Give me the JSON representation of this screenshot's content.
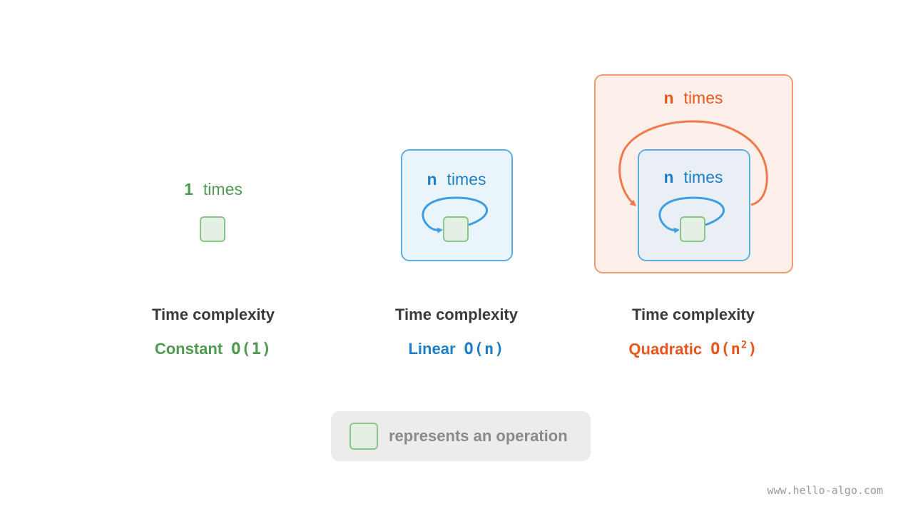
{
  "columns": [
    {
      "count": "1",
      "times_word": "times",
      "caption_title": "Time complexity",
      "caption_name": "Constant",
      "caption_notation": "O(1)"
    },
    {
      "count": "n",
      "times_word": "times",
      "caption_title": "Time complexity",
      "caption_name": "Linear",
      "caption_notation": "O(n)"
    },
    {
      "outer_count": "n",
      "outer_times_word": "times",
      "inner_count": "n",
      "inner_times_word": "times",
      "caption_title": "Time complexity",
      "caption_name": "Quadratic",
      "caption_notation_base": "O(n",
      "caption_notation_exp": "2",
      "caption_notation_close": ")"
    }
  ],
  "legend": {
    "text": "represents an operation"
  },
  "watermark": "www.hello-algo.com",
  "colors": {
    "green": "#4e9a4f",
    "blue": "#1f7fc6",
    "orange": "#e8561b",
    "op_fill": "#e4f0e3",
    "op_border": "#8bc48a"
  }
}
